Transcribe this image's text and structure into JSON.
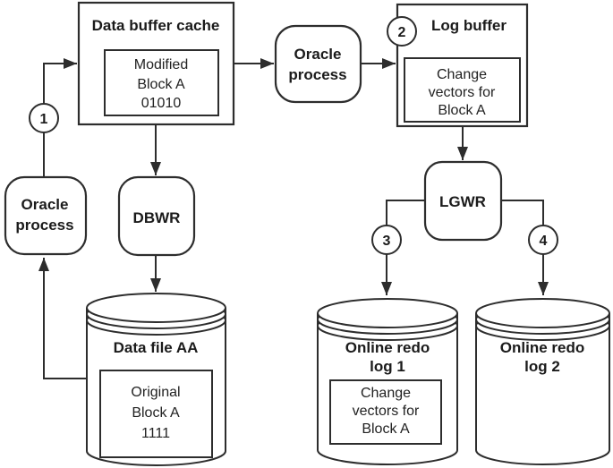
{
  "colors": {
    "background": "#ffffff",
    "stroke": "#2d2d2d",
    "text": "#1b1b1b"
  },
  "nodes": {
    "data_buffer_cache": {
      "title": "Data buffer cache",
      "block_lines": [
        "Modified",
        "Block A",
        "01010"
      ]
    },
    "oracle_process_left": {
      "lines": [
        "Oracle",
        "process"
      ]
    },
    "oracle_process_mid": {
      "lines": [
        "Oracle",
        "process"
      ]
    },
    "dbwr": {
      "label": "DBWR"
    },
    "log_buffer": {
      "title": "Log buffer",
      "block_lines": [
        "Change",
        "vectors for",
        "Block A"
      ]
    },
    "lgwr": {
      "label": "LGWR"
    },
    "data_file_aa": {
      "title": "Data file AA",
      "block_lines": [
        "Original",
        "Block A",
        "1111"
      ]
    },
    "online_redo_log_1": {
      "title_lines": [
        "Online redo",
        "log 1"
      ],
      "block_lines": [
        "Change",
        "vectors for",
        "Block A"
      ]
    },
    "online_redo_log_2": {
      "title_lines": [
        "Online redo",
        "log 2"
      ]
    }
  },
  "steps": [
    {
      "label": "1"
    },
    {
      "label": "2"
    },
    {
      "label": "3"
    },
    {
      "label": "4"
    }
  ]
}
